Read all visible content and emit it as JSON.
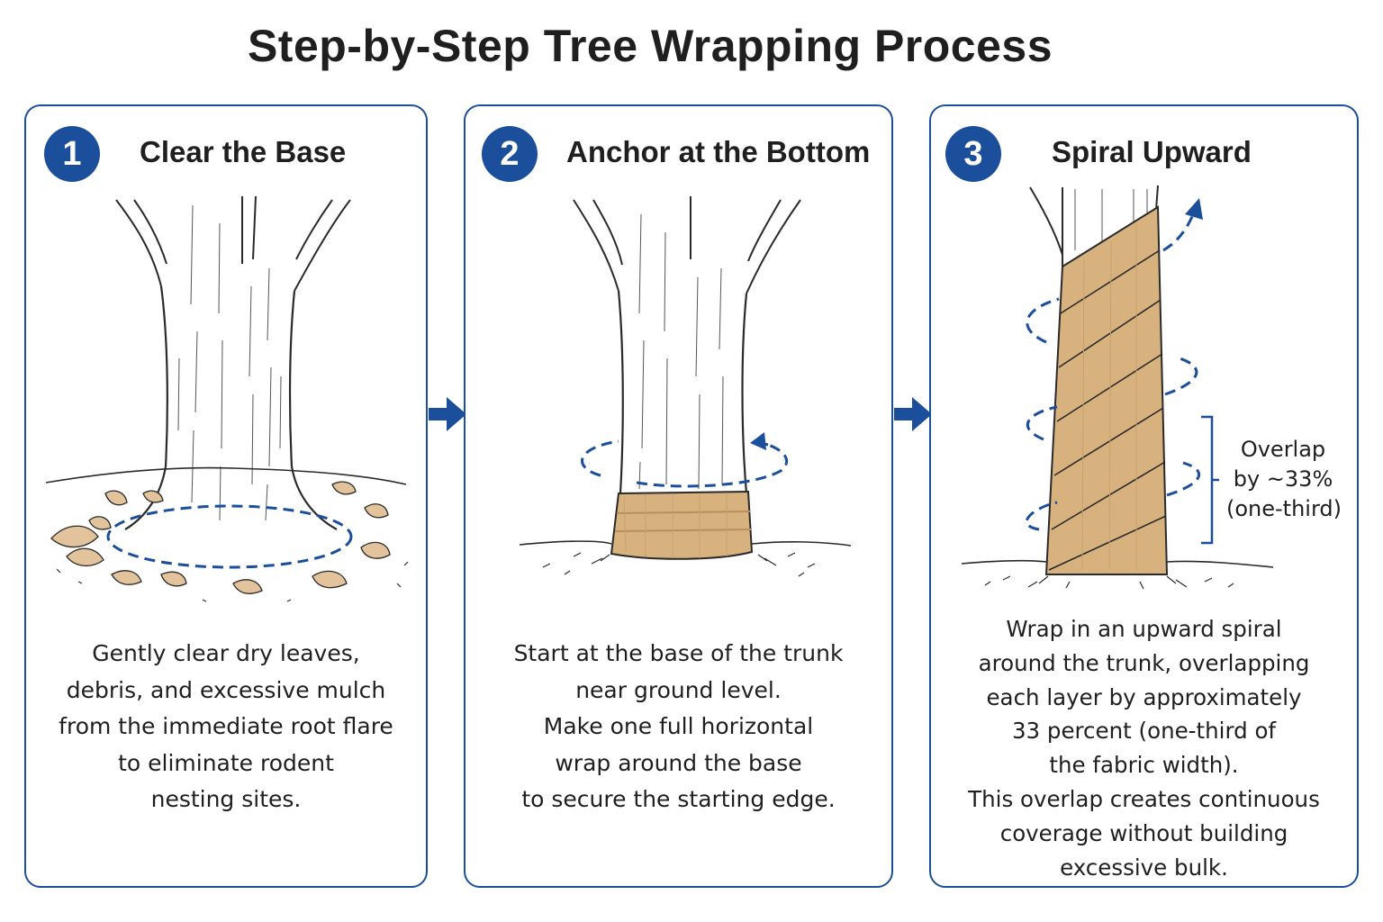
{
  "title": "Step-by-Step Tree Wrapping Process",
  "colors": {
    "accent": "#1b4e9b",
    "burlap": "#d8b27e",
    "burlap_dark": "#b98f5a",
    "leaf": "#e2c39c",
    "line": "#2a2a2a"
  },
  "steps": [
    {
      "number": "1",
      "title": "Clear the Base",
      "illustration_icon": "tree-base-cleared-icon",
      "description": [
        "Gently clear dry leaves,",
        "debris, and excessive mulch",
        "from the immediate root flare",
        "to eliminate rodent",
        "nesting sites."
      ]
    },
    {
      "number": "2",
      "title": "Anchor at the Bottom",
      "illustration_icon": "tree-anchor-wrap-icon",
      "description": [
        "Start at the base of the trunk",
        "near ground level.",
        "Make one full horizontal",
        "wrap around the base",
        "to secure the starting edge."
      ]
    },
    {
      "number": "3",
      "title": "Spiral Upward",
      "illustration_icon": "tree-spiral-wrap-icon",
      "overlap_label": [
        "Overlap",
        "by ~33%",
        "(one-third)"
      ],
      "description": [
        "Wrap in an upward spiral",
        "around the trunk, overlapping",
        "each layer by approximately",
        "33 percent (one-third of",
        "the fabric width).",
        "This overlap creates continuous",
        "coverage without building",
        "excessive bulk."
      ]
    }
  ]
}
